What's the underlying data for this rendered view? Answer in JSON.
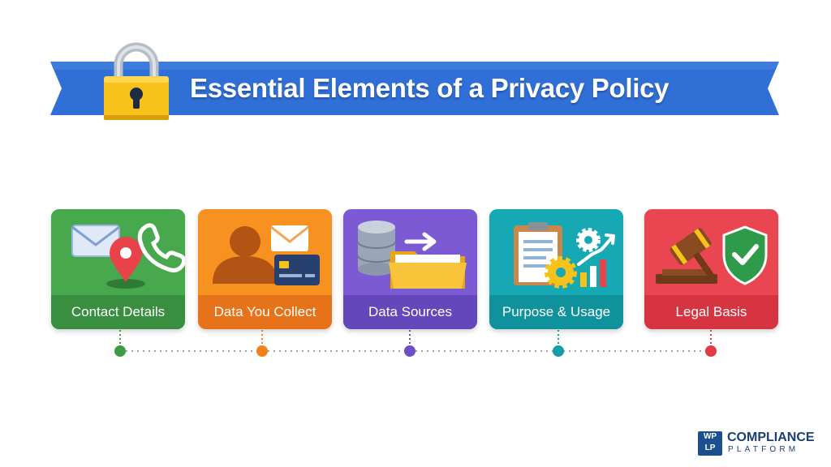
{
  "title": "Essential Elements of a Privacy Policy",
  "cards": [
    {
      "label": "Contact Details",
      "color": "#3f9b45",
      "icons": [
        "envelope-icon",
        "location-pin-icon",
        "phone-icon"
      ]
    },
    {
      "label": "Data You Collect",
      "color": "#f07f1c",
      "icons": [
        "person-icon",
        "envelope-icon",
        "credit-card-icon"
      ]
    },
    {
      "label": "Data Sources",
      "color": "#6c4fc6",
      "icons": [
        "database-icon",
        "arrow-icon",
        "folder-icon"
      ]
    },
    {
      "label": "Purpose & Usage",
      "color": "#119ea8",
      "icons": [
        "clipboard-icon",
        "gear-icon",
        "growth-chart-icon"
      ]
    },
    {
      "label": "Legal Basis",
      "color": "#e23b46",
      "icons": [
        "gavel-icon",
        "shield-check-icon"
      ]
    }
  ],
  "colors": {
    "banner": "#2f6fd6",
    "lock_body": "#f6c21b",
    "lock_shackle": "#b8bec6"
  },
  "logo": {
    "mark_top": "WP",
    "mark_bottom": "LP",
    "name": "COMPLIANCE",
    "tagline": "PLATFORM"
  }
}
